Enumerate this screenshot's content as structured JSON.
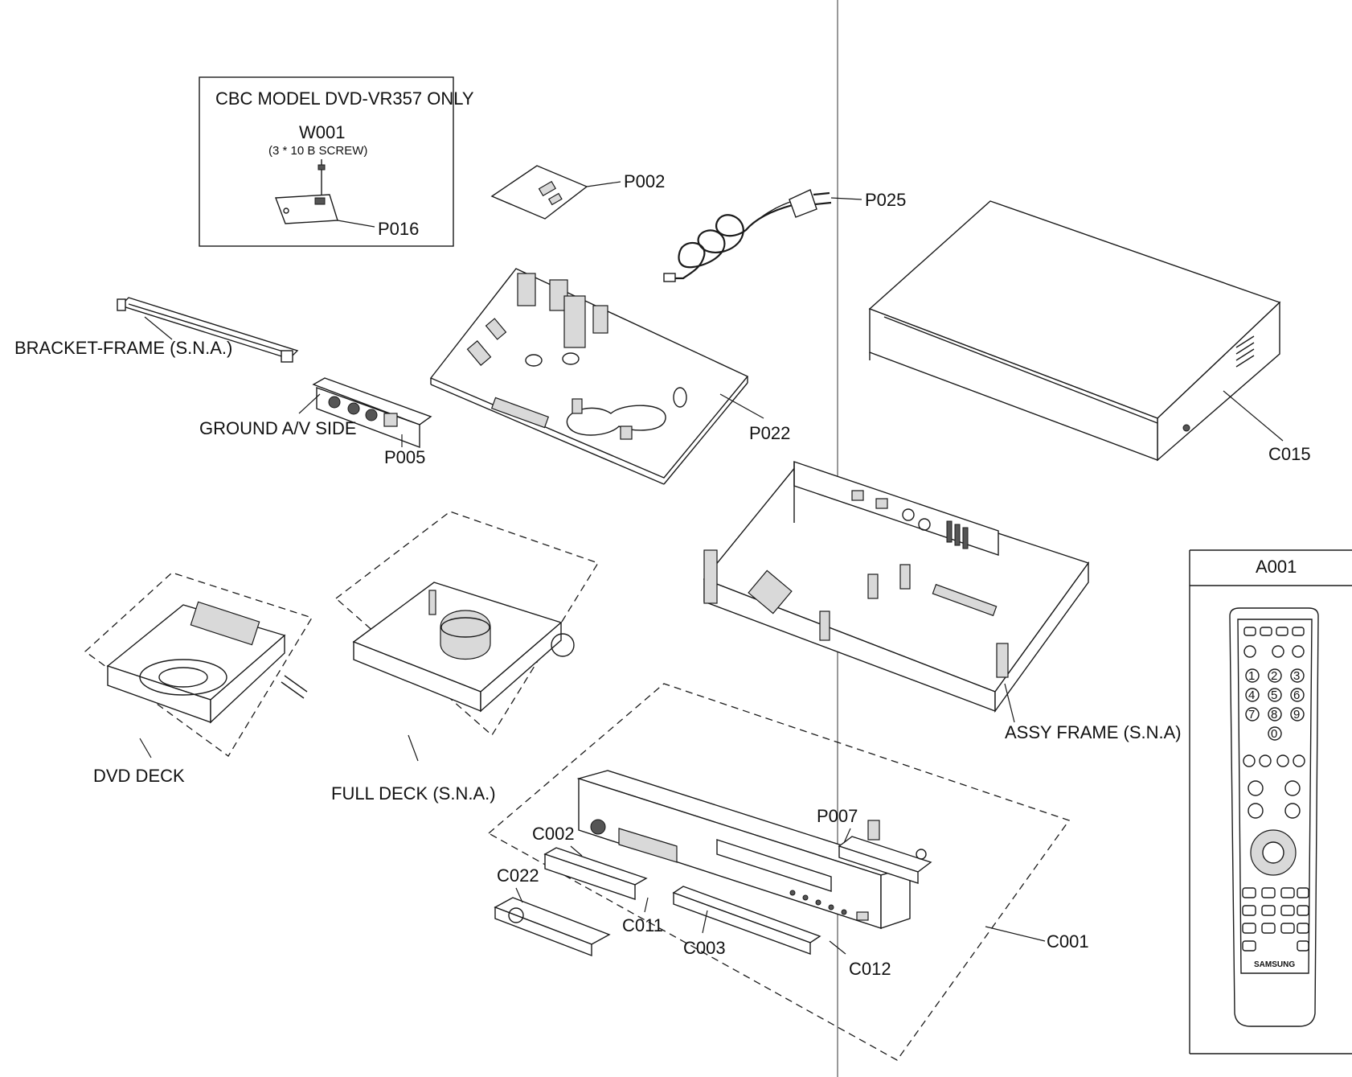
{
  "labels": {
    "cbc_box_title": "CBC MODEL DVD-VR357 ONLY",
    "w001": "W001",
    "w001_note": "(3 * 10 B SCREW)",
    "p016": "P016",
    "p002": "P002",
    "p025": "P025",
    "bracket_frame": "BRACKET-FRAME (S.N.A.)",
    "ground_av_side": "GROUND A/V SIDE",
    "p005": "P005",
    "p022": "P022",
    "c015": "C015",
    "a001": "A001",
    "assy_frame": "ASSY FRAME (S.N.A)",
    "dvd_deck": "DVD DECK",
    "full_deck": "FULL DECK (S.N.A.)",
    "p007": "P007",
    "c002": "C002",
    "c022": "C022",
    "c011": "C011",
    "c003": "C003",
    "c012": "C012",
    "c001": "C001"
  },
  "remote": {
    "brand": "SAMSUNG",
    "key_digits": [
      "1",
      "2",
      "3",
      "4",
      "5",
      "6",
      "7",
      "8",
      "9",
      "0"
    ]
  }
}
